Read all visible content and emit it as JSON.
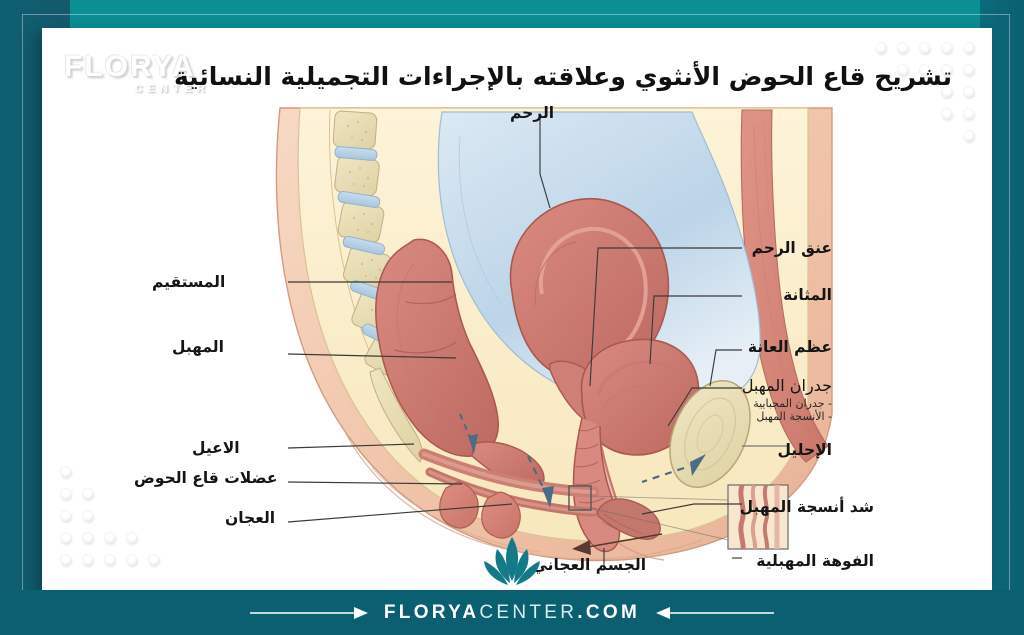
{
  "brand": {
    "watermark_main": "FLORYA",
    "watermark_sub": "CENTER",
    "accent_teal": "#0a5f70",
    "accent_teal_light": "#0b8f95",
    "logo_name": "lotus-logo"
  },
  "header": {
    "title": "تشريح قاع الحوض الأنثوي وعلاقته بالإجراءات التجميلية النسائية"
  },
  "labels": {
    "top": [
      {
        "id": "uterus",
        "text": "الرحم"
      }
    ],
    "left": [
      {
        "id": "rectum",
        "text": "المستقيم"
      },
      {
        "id": "vagina",
        "text": "المهبل"
      },
      {
        "id": "coccyx",
        "text": "الاعيل"
      },
      {
        "id": "pelvic-floor",
        "text": "عضلات قاع الحوض"
      },
      {
        "id": "perineum",
        "text": "العجان"
      }
    ],
    "right": [
      {
        "id": "cervix",
        "text": "عنق الرحم"
      },
      {
        "id": "bladder",
        "text": "المثانة"
      },
      {
        "id": "pubic-bone",
        "text": "عظم العانة"
      },
      {
        "id": "vaginal-walls",
        "text": "جدران المهبل",
        "sub": [
          "- جدران المجبايية",
          "- الأنسجة المهبل"
        ]
      },
      {
        "id": "urethra",
        "text": "الإحليل"
      },
      {
        "id": "vaginal-tightening",
        "text": "شد أنسجة المهبل"
      },
      {
        "id": "vaginal-opening",
        "text": "الفوهة المهبلية"
      }
    ],
    "bottom": [
      {
        "id": "perineal-body",
        "text": "الجسم العجاني"
      }
    ]
  },
  "footer": {
    "site_bold": "FLORYA",
    "site_light": "CENTER",
    "site_tld": ".COM"
  }
}
